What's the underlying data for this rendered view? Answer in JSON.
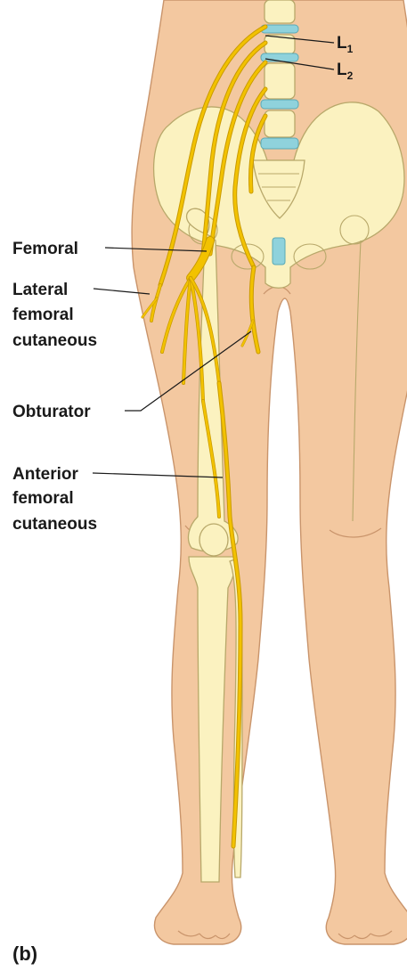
{
  "labels": {
    "l1_letter": "L",
    "l1_sub": "1",
    "l2_letter": "L",
    "l2_sub": "2",
    "femoral": "Femoral",
    "lateral_line1": "Lateral",
    "lateral_line2": "femoral",
    "lateral_line3": "cutaneous",
    "obturator": "Obturator",
    "anterior_line1": "Anterior",
    "anterior_line2": "femoral",
    "anterior_line3": "cutaneous",
    "panel": "(b)"
  },
  "colors": {
    "skin": "#f3c8a0",
    "bone": "#fbf2c0",
    "disc": "#8fd2dc",
    "nerve": "#f2c200"
  }
}
